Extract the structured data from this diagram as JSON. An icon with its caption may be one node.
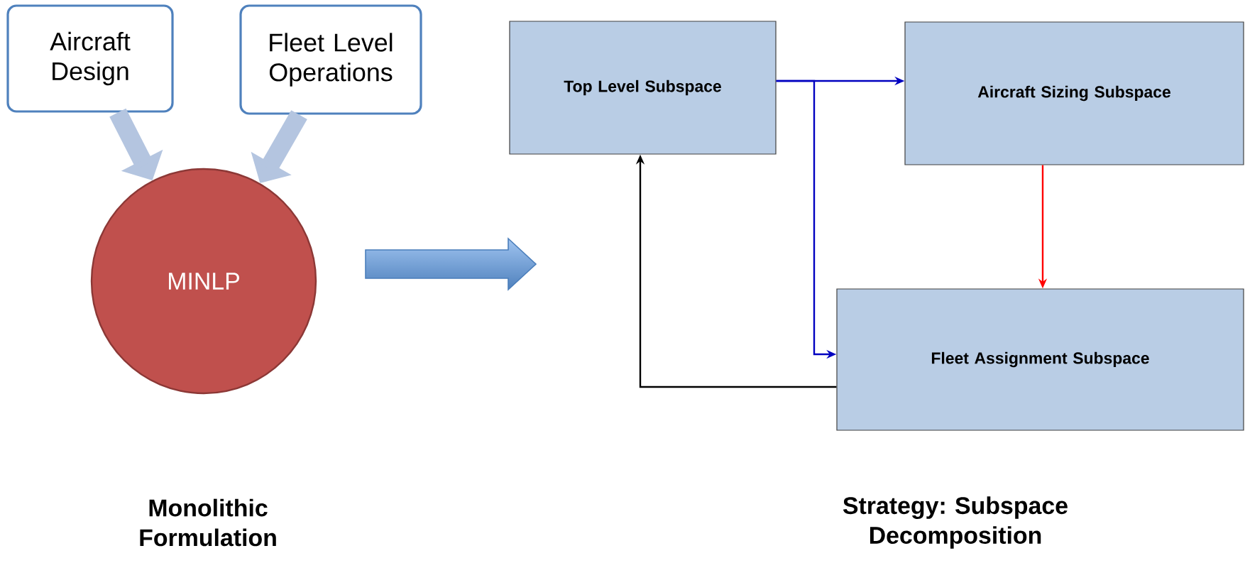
{
  "diagram": {
    "nodes": [
      {
        "text": [
          "Aircraft Design"
        ]
      },
      {
        "text": [
          "Fleet Level Operations"
        ]
      },
      {
        "text": [
          "MINLP"
        ]
      },
      {
        "text": [
          "Top Level Subspace"
        ]
      },
      {
        "text": [
          "Aircraft Sizing Subspace"
        ]
      },
      {
        "text": [
          "Fleet Assignment Subspace"
        ]
      }
    ],
    "edges": [
      {
        "from": 0,
        "to": 2,
        "arrow": "to",
        "style": "thick",
        "color": "#b4c5e0"
      },
      {
        "from": 1,
        "to": 2,
        "arrow": "to",
        "style": "thick",
        "color": "#b4c5e0"
      },
      {
        "from": 3,
        "to": 4,
        "arrow": "to",
        "color": "#0000c0"
      },
      {
        "from": 3,
        "to": 5,
        "arrow": "to",
        "color": "#0000c0"
      },
      {
        "from": 4,
        "to": 5,
        "arrow": "to",
        "color": "#ff0000"
      },
      {
        "from": 5,
        "to": 3,
        "arrow": "to",
        "color": "#000000"
      }
    ],
    "labels": [
      "Monolithic Formulation",
      "Strategy: Subspace Decomposition"
    ]
  }
}
